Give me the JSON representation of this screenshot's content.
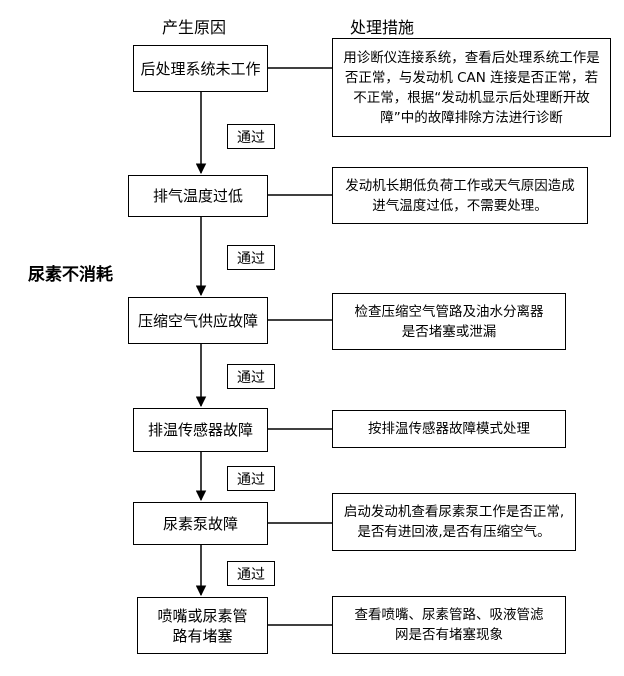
{
  "headers": {
    "cause": "产生原因",
    "action": "处理措施"
  },
  "side_label": "尿素不消耗",
  "steps": [
    {
      "cause": "后处理系统未工作",
      "action": "用诊断仪连接系统，查看后处理系统工作是否正常，与发动机 CAN 连接是否正常，若不正常，根据“发动机显示后处理断开故障”中的故障排除方法进行诊断"
    },
    {
      "cause": "排气温度过低",
      "action": "发动机长期低负荷工作或天气原因造成进气温度过低，不需要处理。"
    },
    {
      "cause": "压缩空气供应故障",
      "action": "检查压缩空气管路及油水分离器是否堵塞或泄漏"
    },
    {
      "cause": "排温传感器故障",
      "action": "按排温传感器故障模式处理"
    },
    {
      "cause": "尿素泵故障",
      "action": "启动发动机查看尿素泵工作是否正常,是否有进回液,是否有压缩空气。"
    },
    {
      "cause": "喷嘴或尿素管路有堵塞",
      "action": "查看喷嘴、尿素管路、吸液管滤网是否有堵塞现象"
    }
  ],
  "pass_labels": [
    "通过",
    "通过",
    "通过",
    "通过",
    "通过"
  ]
}
